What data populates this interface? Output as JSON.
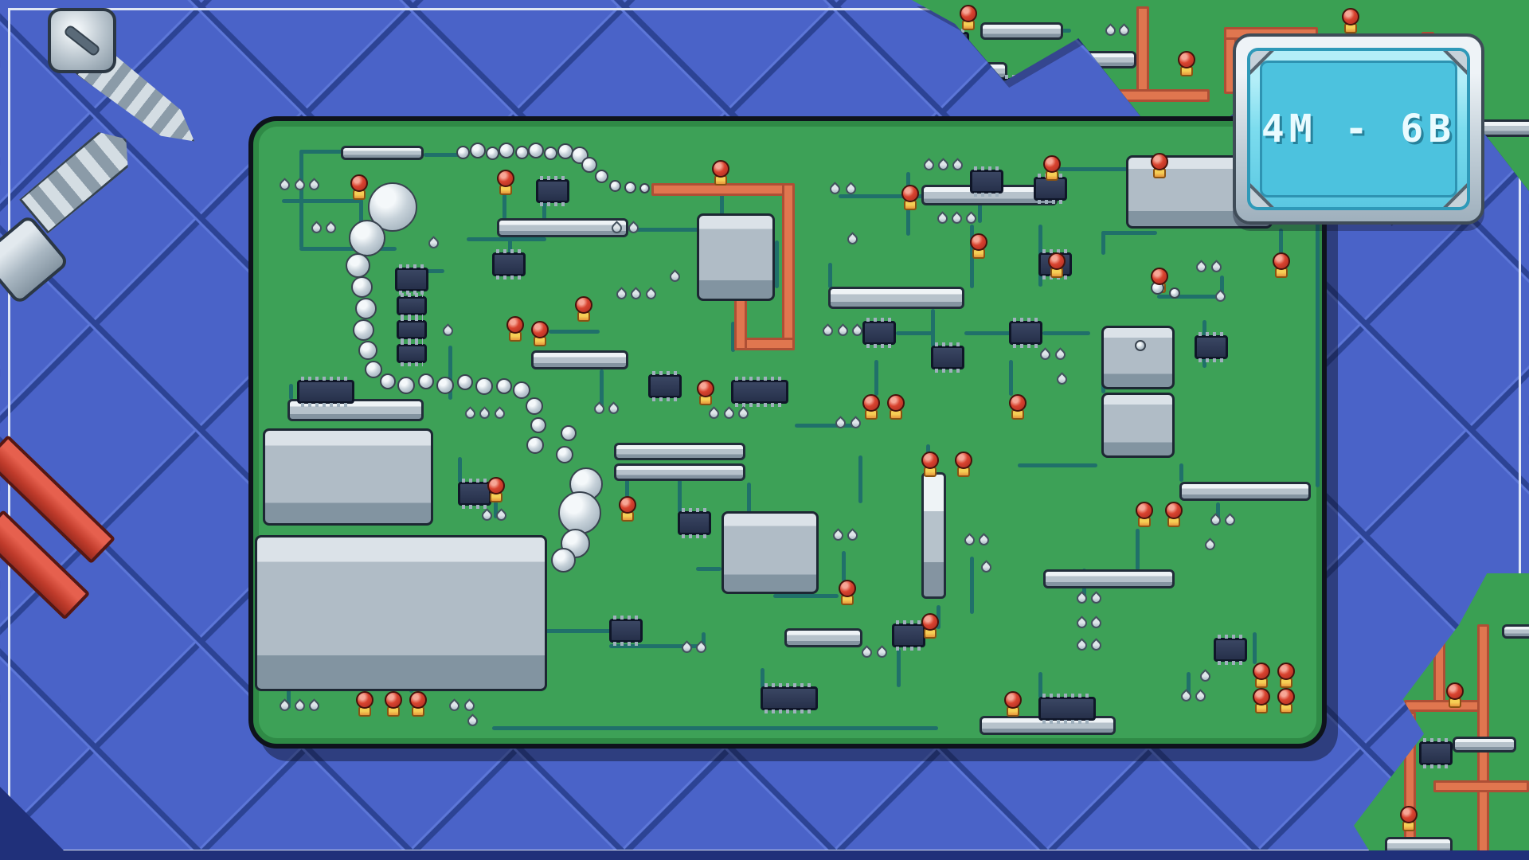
{
  "hud": {
    "display_value": "4M - 6B"
  },
  "colors": {
    "background_blue": "#4a63c8",
    "grid_line": "#2c4394",
    "board_green": "#3da157",
    "trace_teal": "#20706a",
    "orange_trace": "#e0764f",
    "led_red": "#d8432f",
    "led_base_yellow": "#f6cf55",
    "solder_gray": "#c6d1d9",
    "chip_navy": "#26304a",
    "screen_cyan": "#5ac8e2",
    "badge_frame": "#c2cfd8"
  },
  "board": {
    "components": {
      "legend": {
        "traces": "[x,y,w,h]",
        "orange_traces": "[x,y,w,h]",
        "bars": "[x,y,w,h]",
        "blocks": "[x,y,w,h]",
        "ics": "[x,y,w,h]",
        "leds": "[x,y]",
        "drops": "[cx,cy]",
        "blobs": "[cx,cy,diameter]"
      },
      "traces": [
        [
          58,
          36,
          54,
          5
        ],
        [
          58,
          36,
          5,
          124
        ],
        [
          58,
          158,
          122,
          5
        ],
        [
          133,
          98,
          5,
          62
        ],
        [
          36,
          98,
          99,
          5
        ],
        [
          214,
          40,
          54,
          5
        ],
        [
          313,
          86,
          5,
          38
        ],
        [
          363,
          98,
          5,
          26
        ],
        [
          268,
          146,
          100,
          5
        ],
        [
          320,
          146,
          5,
          22
        ],
        [
          180,
          186,
          60,
          5
        ],
        [
          471,
          134,
          90,
          5
        ],
        [
          586,
          60,
          5,
          58
        ],
        [
          735,
          92,
          106,
          5
        ],
        [
          820,
          64,
          5,
          80
        ],
        [
          910,
          66,
          5,
          62
        ],
        [
          1010,
          58,
          88,
          5
        ],
        [
          1100,
          60,
          38,
          5
        ],
        [
          655,
          150,
          5,
          60
        ],
        [
          722,
          178,
          5,
          32
        ],
        [
          851,
          236,
          5,
          48
        ],
        [
          900,
          130,
          5,
          80
        ],
        [
          986,
          130,
          5,
          78
        ],
        [
          1065,
          138,
          70,
          5
        ],
        [
          1065,
          138,
          5,
          30
        ],
        [
          1135,
          218,
          80,
          5
        ],
        [
          1214,
          194,
          5,
          26
        ],
        [
          1288,
          135,
          5,
          32
        ],
        [
          1192,
          250,
          5,
          60
        ],
        [
          807,
          264,
          46,
          5
        ],
        [
          893,
          264,
          58,
          5
        ],
        [
          991,
          264,
          60,
          5
        ],
        [
          1065,
          300,
          5,
          42
        ],
        [
          949,
          300,
          5,
          45
        ],
        [
          780,
          300,
          5,
          45
        ],
        [
          600,
          252,
          5,
          38
        ],
        [
          435,
          312,
          5,
          54
        ],
        [
          371,
          262,
          64,
          5
        ],
        [
          245,
          282,
          5,
          68
        ],
        [
          45,
          330,
          5,
          20
        ],
        [
          257,
          422,
          5,
          32
        ],
        [
          302,
          477,
          5,
          22
        ],
        [
          467,
          445,
          5,
          28
        ],
        [
          496,
          432,
          40,
          5
        ],
        [
          533,
          432,
          5,
          60
        ],
        [
          620,
          454,
          5,
          38
        ],
        [
          653,
          594,
          82,
          5
        ],
        [
          739,
          540,
          5,
          38
        ],
        [
          845,
          406,
          5,
          37
        ],
        [
          858,
          608,
          5,
          30
        ],
        [
          900,
          547,
          5,
          72
        ],
        [
          1041,
          562,
          5,
          42
        ],
        [
          1108,
          512,
          5,
          52
        ],
        [
          1209,
          479,
          5,
          26
        ],
        [
          986,
          692,
          5,
          33
        ],
        [
          808,
          663,
          5,
          48
        ],
        [
          637,
          687,
          5,
          25
        ],
        [
          563,
          642,
          5,
          24
        ],
        [
          447,
          657,
          118,
          5
        ],
        [
          196,
          692,
          5,
          26
        ],
        [
          42,
          700,
          5,
          38
        ],
        [
          1172,
          692,
          5,
          35
        ],
        [
          1255,
          642,
          5,
          40
        ],
        [
          1334,
          120,
          5,
          340
        ],
        [
          1240,
          120,
          96,
          5
        ],
        [
          300,
          760,
          560,
          5
        ],
        [
          680,
          380,
          80,
          5
        ],
        [
          760,
          420,
          5,
          60
        ],
        [
          960,
          430,
          100,
          5
        ],
        [
          1163,
          430,
          5,
          23
        ],
        [
          556,
          560,
          32,
          5
        ],
        [
          360,
          560,
          5,
          80
        ],
        [
          360,
          638,
          90,
          5
        ]
      ],
      "orange_traces": [
        [
          500,
          78,
          180,
          16
        ],
        [
          664,
          78,
          16,
          210
        ],
        [
          604,
          272,
          76,
          16
        ],
        [
          604,
          212,
          16,
          76
        ]
      ],
      "blocks": [
        [
          1096,
          43,
          184,
          92
        ],
        [
          1065,
          257,
          92,
          80
        ],
        [
          1065,
          341,
          92,
          82
        ],
        [
          557,
          116,
          98,
          110
        ],
        [
          588,
          490,
          122,
          104
        ],
        [
          12,
          386,
          214,
          122
        ],
        [
          2,
          520,
          367,
          196
        ]
      ],
      "bars": [
        [
          110,
          31,
          104,
          18
        ],
        [
          306,
          122,
          165,
          24
        ],
        [
          349,
          288,
          122,
          24
        ],
        [
          453,
          404,
          165,
          22
        ],
        [
          453,
          430,
          165,
          22
        ],
        [
          722,
          208,
          171,
          28
        ],
        [
          839,
          80,
          171,
          26
        ],
        [
          43,
          349,
          171,
          28
        ],
        [
          1163,
          453,
          165,
          24
        ],
        [
          992,
          563,
          165,
          24
        ],
        [
          667,
          637,
          98,
          24
        ],
        [
          912,
          747,
          171,
          24
        ],
        [
          839,
          441,
          31,
          159
        ]
      ],
      "ics": [
        [
          178,
          184
        ],
        [
          300,
          165
        ],
        [
          355,
          73
        ],
        [
          496,
          318
        ],
        [
          600,
          325,
          72
        ],
        [
          765,
          251
        ],
        [
          851,
          282
        ],
        [
          949,
          251
        ],
        [
          900,
          61
        ],
        [
          980,
          70
        ],
        [
          986,
          165
        ],
        [
          1182,
          269
        ],
        [
          55,
          325,
          72
        ],
        [
          257,
          453
        ],
        [
          533,
          490
        ],
        [
          447,
          625
        ],
        [
          802,
          631
        ],
        [
          1206,
          649
        ],
        [
          986,
          723,
          72
        ],
        [
          637,
          710,
          72
        ],
        [
          180,
          220,
          38,
          24
        ],
        [
          180,
          250,
          38,
          24
        ],
        [
          180,
          280,
          38,
          24
        ]
      ],
      "leds": [
        [
          122,
          67
        ],
        [
          306,
          61
        ],
        [
          576,
          49
        ],
        [
          814,
          80
        ],
        [
          992,
          43
        ],
        [
          1127,
          40
        ],
        [
          1280,
          165
        ],
        [
          998,
          165
        ],
        [
          900,
          141
        ],
        [
          318,
          245
        ],
        [
          349,
          251
        ],
        [
          404,
          220
        ],
        [
          765,
          343
        ],
        [
          796,
          343
        ],
        [
          949,
          343
        ],
        [
          557,
          325
        ],
        [
          1127,
          184
        ],
        [
          839,
          415
        ],
        [
          881,
          415
        ],
        [
          294,
          447
        ],
        [
          459,
          471
        ],
        [
          735,
          576
        ],
        [
          839,
          618
        ],
        [
          1108,
          478
        ],
        [
          1145,
          478
        ],
        [
          129,
          716
        ],
        [
          165,
          716
        ],
        [
          196,
          716
        ],
        [
          943,
          716
        ],
        [
          1255,
          680
        ],
        [
          1286,
          680
        ],
        [
          1255,
          712
        ],
        [
          1286,
          712
        ]
      ],
      "drops": [
        [
          40,
          83
        ],
        [
          59,
          83
        ],
        [
          77,
          83
        ],
        [
          80,
          137
        ],
        [
          98,
          137
        ],
        [
          227,
          156
        ],
        [
          245,
          266
        ],
        [
          457,
          137
        ],
        [
          478,
          137
        ],
        [
          463,
          220
        ],
        [
          481,
          220
        ],
        [
          500,
          220
        ],
        [
          530,
          198
        ],
        [
          731,
          88
        ],
        [
          751,
          88
        ],
        [
          753,
          151
        ],
        [
          849,
          58
        ],
        [
          867,
          58
        ],
        [
          885,
          58
        ],
        [
          866,
          125
        ],
        [
          884,
          125
        ],
        [
          902,
          125
        ],
        [
          1191,
          186
        ],
        [
          1210,
          186
        ],
        [
          1215,
          223
        ],
        [
          995,
          296
        ],
        [
          1014,
          296
        ],
        [
          1016,
          327
        ],
        [
          722,
          266
        ],
        [
          741,
          266
        ],
        [
          759,
          266
        ],
        [
          738,
          382
        ],
        [
          757,
          382
        ],
        [
          579,
          370
        ],
        [
          598,
          370
        ],
        [
          616,
          370
        ],
        [
          435,
          364
        ],
        [
          453,
          364
        ],
        [
          273,
          370
        ],
        [
          291,
          370
        ],
        [
          310,
          370
        ],
        [
          294,
          498
        ],
        [
          312,
          498
        ],
        [
          735,
          523
        ],
        [
          753,
          523
        ],
        [
          900,
          529
        ],
        [
          918,
          529
        ],
        [
          921,
          563
        ],
        [
          1041,
          602
        ],
        [
          1059,
          602
        ],
        [
          1041,
          633
        ],
        [
          1059,
          633
        ],
        [
          1041,
          661
        ],
        [
          1059,
          661
        ],
        [
          1209,
          504
        ],
        [
          1227,
          504
        ],
        [
          1202,
          535
        ],
        [
          545,
          664
        ],
        [
          563,
          664
        ],
        [
          771,
          670
        ],
        [
          790,
          670
        ],
        [
          253,
          737
        ],
        [
          272,
          737
        ],
        [
          276,
          756
        ],
        [
          40,
          737
        ],
        [
          59,
          737
        ],
        [
          77,
          737
        ],
        [
          1172,
          725
        ],
        [
          1190,
          725
        ],
        [
          1196,
          700
        ]
      ],
      "blobs": [
        [
          263,
          39,
          17
        ],
        [
          282,
          37,
          20
        ],
        [
          300,
          40,
          17
        ],
        [
          318,
          37,
          20
        ],
        [
          337,
          39,
          17
        ],
        [
          355,
          37,
          20
        ],
        [
          373,
          40,
          17
        ],
        [
          392,
          38,
          20
        ],
        [
          410,
          43,
          22
        ],
        [
          422,
          55,
          20
        ],
        [
          437,
          69,
          17
        ],
        [
          454,
          81,
          15
        ],
        [
          473,
          83,
          15
        ],
        [
          491,
          84,
          13
        ],
        [
          175,
          108,
          62
        ],
        [
          143,
          147,
          46
        ],
        [
          131,
          181,
          31
        ],
        [
          136,
          208,
          27
        ],
        [
          141,
          235,
          27
        ],
        [
          138,
          262,
          27
        ],
        [
          144,
          288,
          24
        ],
        [
          151,
          312,
          22
        ],
        [
          169,
          327,
          20
        ],
        [
          192,
          332,
          22
        ],
        [
          217,
          327,
          20
        ],
        [
          241,
          332,
          22
        ],
        [
          266,
          328,
          20
        ],
        [
          290,
          333,
          22
        ],
        [
          315,
          333,
          20
        ],
        [
          337,
          338,
          22
        ],
        [
          353,
          358,
          22
        ],
        [
          358,
          382,
          20
        ],
        [
          354,
          407,
          22
        ],
        [
          396,
          392,
          20
        ],
        [
          391,
          419,
          22
        ],
        [
          418,
          456,
          42
        ],
        [
          410,
          492,
          54
        ],
        [
          404,
          530,
          37
        ],
        [
          389,
          551,
          31
        ],
        [
          1135,
          209,
          17
        ],
        [
          1157,
          216,
          14
        ],
        [
          1114,
          282,
          14
        ]
      ]
    }
  }
}
